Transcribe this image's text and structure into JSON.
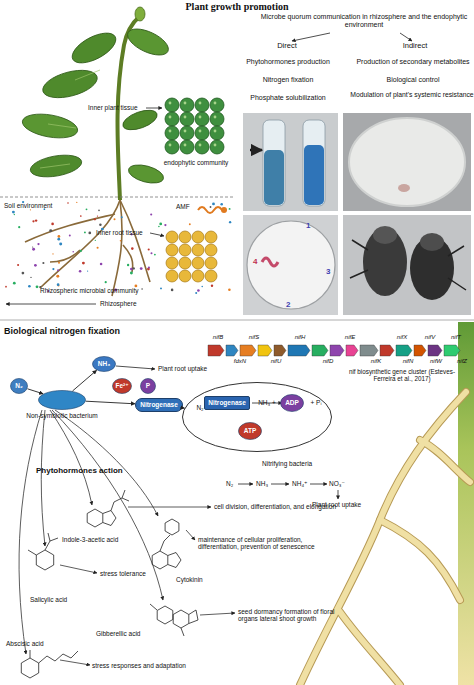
{
  "diagram": {
    "title": "Plant growth promotion",
    "nodes": [
      {
        "text": [
          "N₂"
        ]
      },
      {
        "text": [
          "Non-symbiotic bacterium"
        ]
      },
      {
        "text": [
          "NH₃"
        ]
      },
      {
        "text": [
          "Fe²⁺"
        ]
      },
      {
        "text": [
          "P"
        ]
      },
      {
        "text": [
          "Nitrogenase"
        ]
      },
      {
        "text": [
          "N₂",
          "NH₃ +",
          "+ Pᵢ"
        ]
      },
      {
        "text": [
          "Nitrogenase"
        ],
        "in": 6
      },
      {
        "text": [
          "ADP"
        ],
        "in": 6
      },
      {
        "text": [
          "ATP"
        ],
        "in": 6
      }
    ],
    "edges": [
      {
        "from": 0,
        "to": 1,
        "arrow": "to"
      },
      {
        "from": 1,
        "to": 2,
        "arrow": "to"
      },
      {
        "from": 1,
        "to": 5,
        "arrow": "to"
      },
      {
        "from": 5,
        "to": 6,
        "arrow": "to"
      }
    ],
    "labels": [
      "Microbe quorum communication in rhizosphere and the endophytic environment",
      "Direct",
      "Indirect",
      "Phytohormones production",
      "Production of secondary metabolites",
      "Nitrogen fixation",
      "Biological control",
      "Phosphate solubilization",
      "Modulation of plant's systemic resistance",
      "Inner plant tissue",
      "endophytic community",
      "Soil environment",
      "AMF",
      "Inner root tissue",
      "Rhizospheric microbial community",
      "Rhizosphere",
      "1",
      "2",
      "3",
      "4",
      "Biological nitrogen fixation",
      "nifB",
      "nifS",
      "nifH",
      "nifE",
      "nifX",
      "nifV",
      "nifT",
      "fdxN",
      "nifU",
      "nifD",
      "nifK",
      "nifN",
      "nifW",
      "nifZ",
      "nif biosynthetic gene cluster (Esteves-Ferreira et al., 2017)",
      "Plant root uptake",
      "Nitrifying bacteria",
      "N₂",
      "NH₃",
      "NH₄⁺",
      "NO₃⁻",
      "Plant root uptake",
      "Phytohormones action",
      "Indole-3-acetic acid",
      "cell division, differentiation, and elongation",
      "Cytokinin",
      "maintenance of cellular proliferation, differentiation, prevention of senescence",
      "Salicylic acid",
      "stress tolerance",
      "Gibberellic acid",
      "seed dormancy formation of floral organs lateral shoot growth",
      "Abscisic acid",
      "stress responses and adaptation"
    ]
  }
}
